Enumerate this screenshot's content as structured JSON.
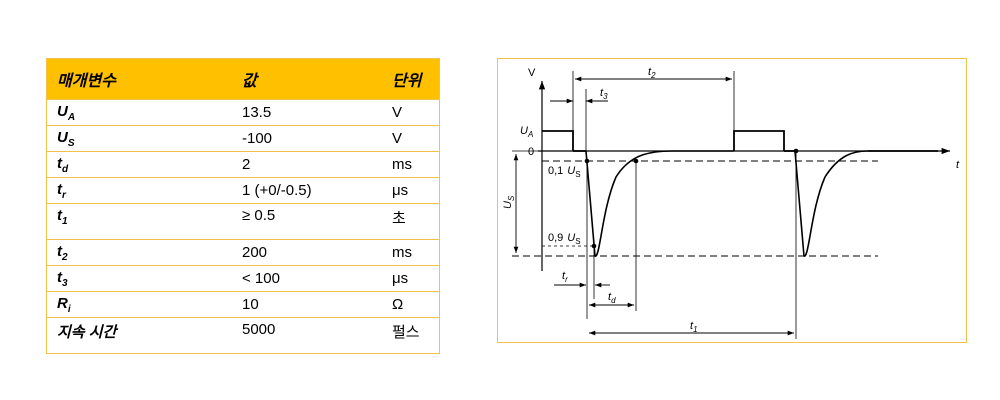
{
  "table": {
    "headers": [
      "매개변수",
      "값",
      "단위"
    ],
    "rows": [
      {
        "sym": "U",
        "sub": "A",
        "value": "13.5",
        "unit": "V"
      },
      {
        "sym": "U",
        "sub": "S",
        "value": "-100",
        "unit": "V"
      },
      {
        "sym": "t",
        "sub": "d",
        "value": "2",
        "unit": "ms"
      },
      {
        "sym": "t",
        "sub": "r",
        "value": "1 (+0/-0.5)",
        "unit": "μs"
      },
      {
        "sym": "t",
        "sub": "1",
        "value": "≥ 0.5",
        "unit": "초"
      },
      {
        "sym": "t",
        "sub": "2",
        "value": "200",
        "unit": "ms"
      },
      {
        "sym": "t",
        "sub": "3",
        "value": "< 100",
        "unit": "μs"
      },
      {
        "sym": "R",
        "sub": "i",
        "value": "10",
        "unit": "Ω"
      },
      {
        "sym": "지속 시간",
        "sub": "",
        "value": "5000",
        "unit": "펄스"
      }
    ]
  },
  "diagram": {
    "v_axis_label": "V",
    "time_axis_label": "t",
    "zero_label": "0",
    "ua_label": "U",
    "ua_sub": "A",
    "us_label": "U",
    "us_sub": "S",
    "level_01_label": "0,1",
    "level_09_label": "0,9",
    "t1_label": "t",
    "t1_sub": "1",
    "t2_label": "t",
    "t2_sub": "2",
    "t3_label": "t",
    "t3_sub": "3",
    "tr_label": "t",
    "tr_sub": "r",
    "td_label": "t",
    "td_sub": "d"
  },
  "colors": {
    "header_bg": "#ffc000",
    "border": "#f2c24b"
  }
}
